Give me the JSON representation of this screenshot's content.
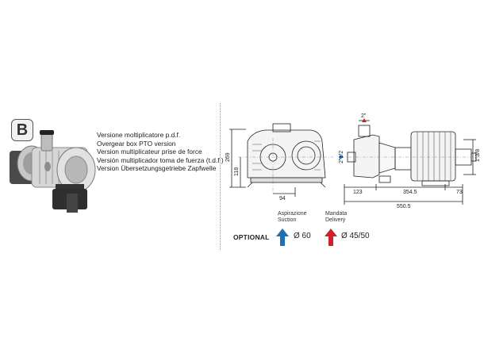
{
  "badge": {
    "letter": "B"
  },
  "versions": [
    "Versione moltiplicatore p.d.f.",
    "Overgear box PTO version",
    "Version multiplicateur prise de force",
    "Versión multiplicador toma de fuerza (t.d.f.)",
    "Version Übersetzungsgetriebe Zapfwelle"
  ],
  "dimensions": {
    "front_height": "269",
    "front_mid_height": "118",
    "front_width": "94",
    "top_flange": "2\"",
    "side_inlet": "2\"1/2",
    "shaft_dia": "1\"3/8",
    "len_a": "123",
    "len_b": "354.5",
    "len_c": "73",
    "total": "550.5"
  },
  "optional": {
    "label": "OPTIONAL",
    "suction": {
      "line1": "Aspirazione",
      "line2": "Suction",
      "value": "Ø 60",
      "color": "#1f6fb5"
    },
    "delivery": {
      "line1": "Mandata",
      "line2": "Delivery",
      "value": "Ø 45/50",
      "color": "#d0202a"
    }
  }
}
